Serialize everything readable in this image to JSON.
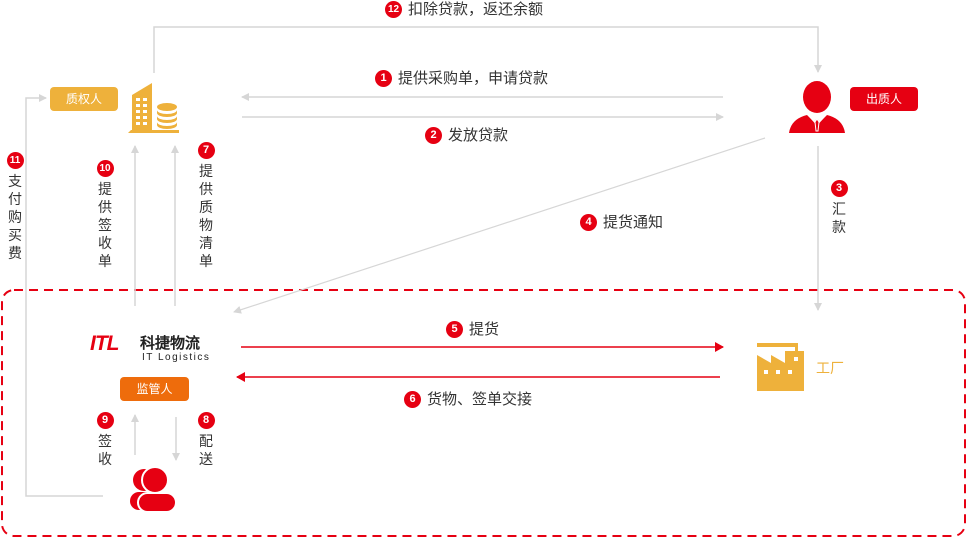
{
  "colors": {
    "red": "#e60012",
    "gold": "#eeb13b",
    "orange": "#ee6c0c",
    "line_gray": "#d6d6d6",
    "text": "#333333"
  },
  "nodes": {
    "pledgee": {
      "label": "质权人",
      "icon": "building-coins-icon"
    },
    "pledgor": {
      "label": "出质人",
      "icon": "businessman-icon"
    },
    "logistics": {
      "name_cn": "科捷物流",
      "name_en": "IT Logistics",
      "logo_text": "ITL",
      "role": "监管人"
    },
    "factory": {
      "label": "工厂",
      "icon": "factory-icon"
    },
    "customer": {
      "icon": "users-icon"
    }
  },
  "steps": [
    {
      "num": "1",
      "text": "提供采购单，申请贷款"
    },
    {
      "num": "2",
      "text": "发放贷款"
    },
    {
      "num": "3",
      "text": "汇款"
    },
    {
      "num": "4",
      "text": "提货通知"
    },
    {
      "num": "5",
      "text": "提货"
    },
    {
      "num": "6",
      "text": "货物、签单交接"
    },
    {
      "num": "7",
      "text": "提供质物清单"
    },
    {
      "num": "8",
      "text": "配送"
    },
    {
      "num": "9",
      "text": "签收"
    },
    {
      "num": "10",
      "text": "提供签收单"
    },
    {
      "num": "11",
      "text": "支付购买费"
    },
    {
      "num": "12",
      "text": "扣除贷款，返还余额"
    }
  ]
}
